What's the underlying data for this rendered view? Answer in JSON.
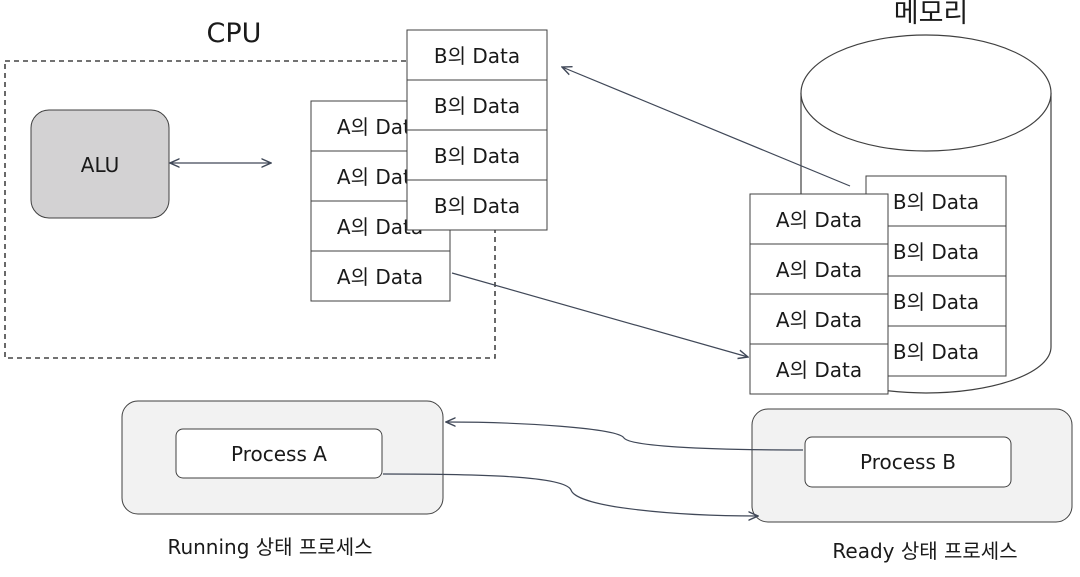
{
  "cpu": {
    "label": "CPU",
    "alu_label": "ALU"
  },
  "memory": {
    "label": "메모리"
  },
  "cpu_registers": {
    "a_rows": [
      "A의 Data",
      "A의 Data",
      "A의 Data",
      "A의 Data"
    ],
    "b_rows": [
      "B의 Data",
      "B의 Data",
      "B의 Data",
      "B의 Data"
    ]
  },
  "memory_blocks": {
    "a_rows": [
      "A의 Data",
      "A의 Data",
      "A의 Data",
      "A의 Data"
    ],
    "b_rows": [
      "B의 Data",
      "B의 Data",
      "B의 Data",
      "B의 Data"
    ]
  },
  "processes": {
    "running": {
      "process_label": "Process A",
      "caption": "Running 상태 프로세스"
    },
    "ready": {
      "process_label": "Process B",
      "caption": "Ready 상태 프로세스"
    }
  },
  "colors": {
    "alu_fill": "#d3d2d3",
    "container_fill": "#f2f2f2",
    "line": "#404858"
  }
}
